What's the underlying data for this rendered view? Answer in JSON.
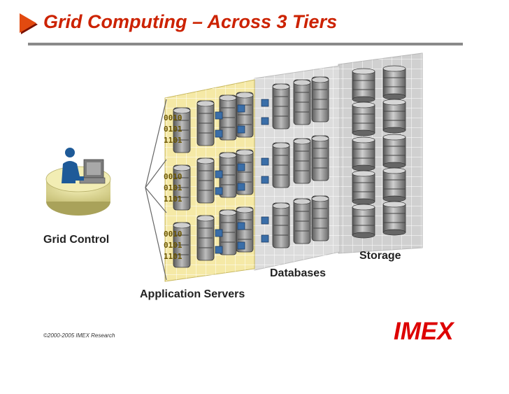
{
  "slide": {
    "title": "Grid Computing – Across 3 Tiers",
    "accent_color": "#cc2200",
    "bullet_icon": "triangle-bullet-icon"
  },
  "diagram": {
    "console_label": "Grid Control",
    "tiers": [
      {
        "label": "Application Servers",
        "panel_color": "#f5e9a6",
        "node_icon": "server-stack-icon"
      },
      {
        "label": "Databases",
        "panel_color": "#dcdcdc",
        "node_icon": "database-server-icon"
      },
      {
        "label": "Storage",
        "panel_color": "#d2d2d2",
        "node_icon": "disk-cylinder-icon"
      }
    ],
    "binary_glyphs": [
      "0010",
      "0101",
      "1101"
    ]
  },
  "footer": {
    "copyright": "©2000-2005 IMEX Research",
    "logo_text": "IMEX"
  }
}
